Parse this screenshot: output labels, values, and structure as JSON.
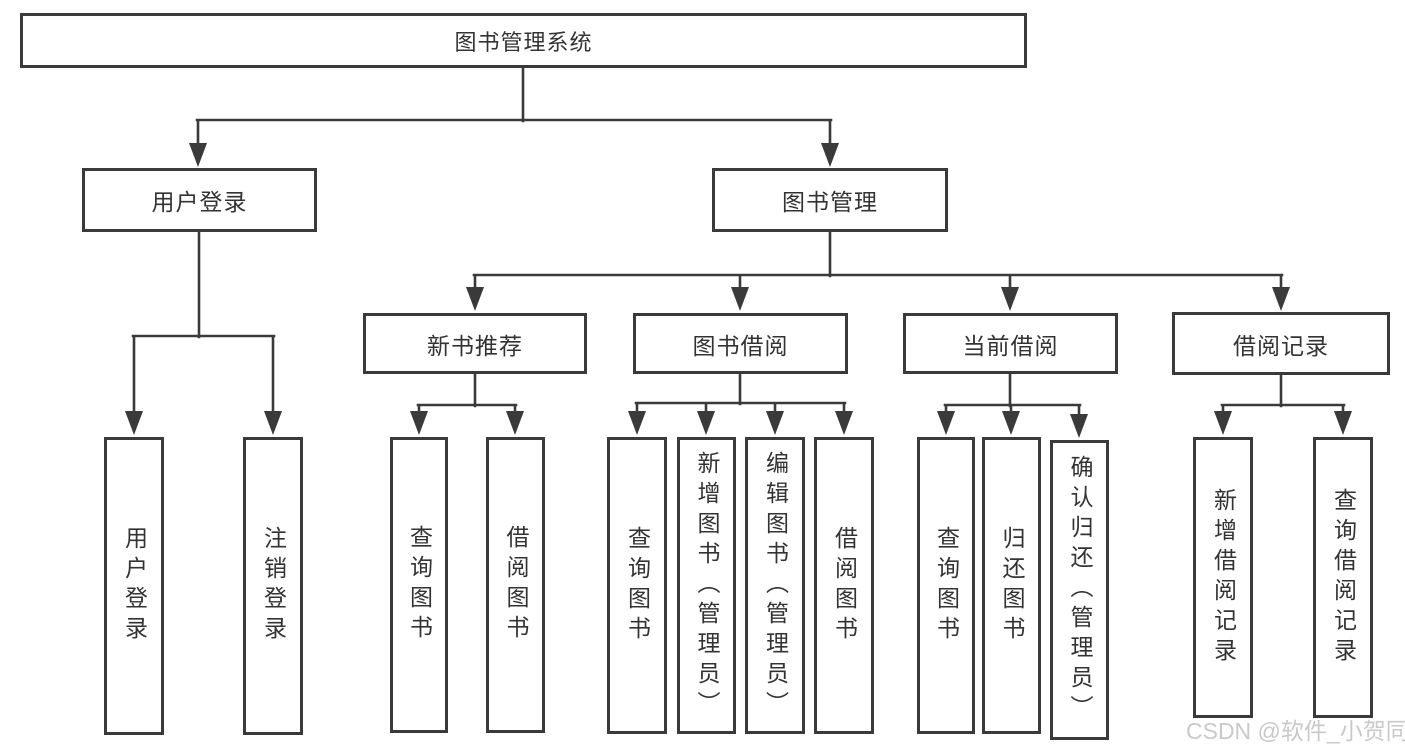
{
  "tree": {
    "label": "图书管理系统",
    "children": [
      {
        "label": "用户登录",
        "children": [
          {
            "label": "用户登录"
          },
          {
            "label": "注销登录"
          }
        ]
      },
      {
        "label": "图书管理",
        "children": [
          {
            "label": "新书推荐",
            "children": [
              {
                "label": "查询图书"
              },
              {
                "label": "借阅图书"
              }
            ]
          },
          {
            "label": "图书借阅",
            "children": [
              {
                "label": "查询图书"
              },
              {
                "label": "新增图书（管理员）"
              },
              {
                "label": "编辑图书（管理员）"
              },
              {
                "label": "借阅图书"
              }
            ]
          },
          {
            "label": "当前借阅",
            "children": [
              {
                "label": "查询图书"
              },
              {
                "label": "归还图书"
              },
              {
                "label": "确认归还（管理员）"
              }
            ]
          },
          {
            "label": "借阅记录",
            "children": [
              {
                "label": "新增借阅记录"
              },
              {
                "label": "查询借阅记录"
              }
            ]
          }
        ]
      }
    ]
  },
  "watermark": {
    "text": "CSDN @软件_小贺同学"
  },
  "colors": {
    "line": "#3a3a3a",
    "text": "#333333",
    "watermark": "#c4c4c4",
    "background": "#ffffff"
  }
}
